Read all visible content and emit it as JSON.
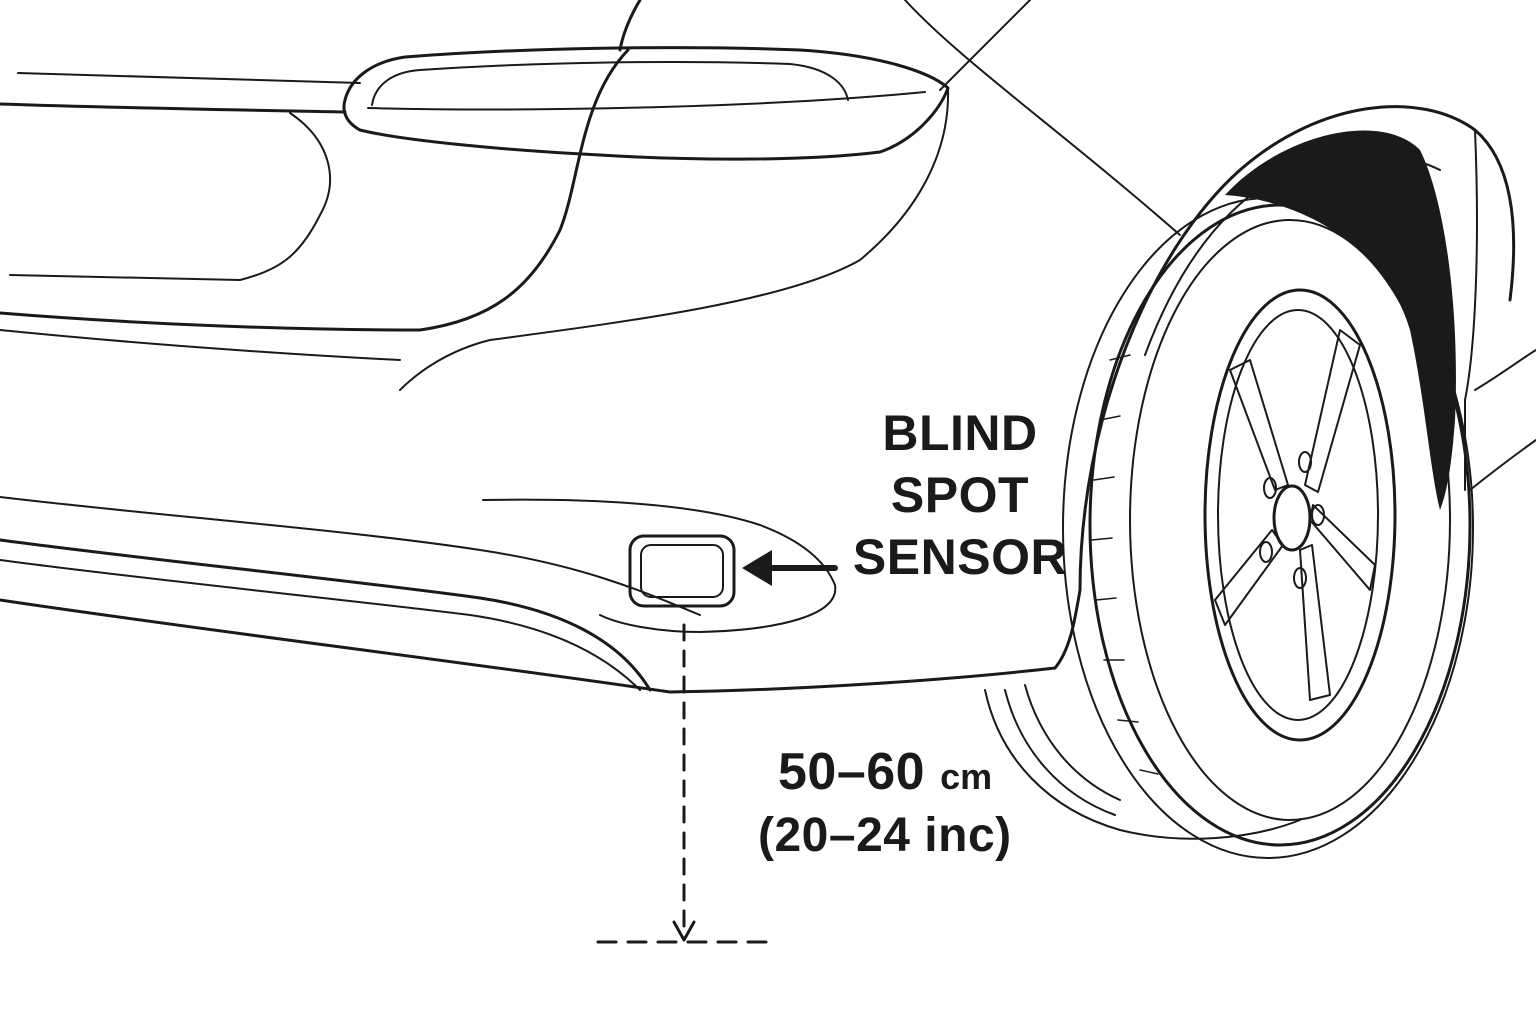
{
  "callout": {
    "line1": "BLIND",
    "line2": "SPOT",
    "line3": "SENSOR"
  },
  "mounting_height": {
    "metric_value": "50–60",
    "metric_unit": "cm",
    "imperial": "(20–24 inc)"
  },
  "colors": {
    "ink": "#1a1a1a",
    "background": "#ffffff"
  }
}
